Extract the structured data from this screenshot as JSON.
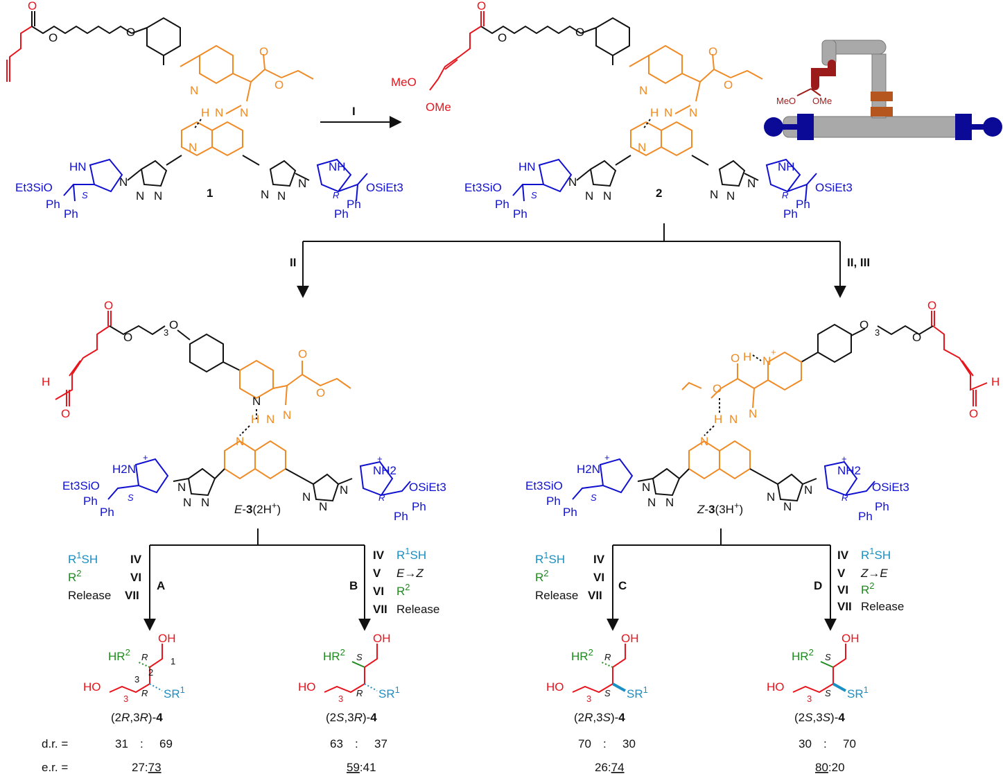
{
  "colors": {
    "black": "#111111",
    "orange": "#f08a24",
    "red": "#e8141c",
    "blue": "#1010d0",
    "teal": "#1a8fc4",
    "green": "#1f8a1f",
    "maroon": "#9b1b1b",
    "navy": "#0a0a96",
    "gray": "#a9a9a9"
  },
  "compounds": {
    "c1": "1",
    "c2": "2"
  },
  "arrows": {
    "step_I": "I",
    "left": "II",
    "right": "II, III"
  },
  "labels": {
    "MeO": "MeO",
    "OMe": "OMe",
    "H": "H",
    "N": "N",
    "HN": "HN",
    "NH": "NH",
    "O": "O",
    "Et3SiO": "Et3SiO",
    "OSiEt3": "OSiEt3",
    "Ph": "Ph",
    "S": "S",
    "R": "R",
    "H2N": "H2N",
    "NH2": "NH2",
    "plus": "+",
    "sub3": "3"
  },
  "model": {
    "MeO": "MeO",
    "OMe": "OMe"
  },
  "intermediates": {
    "E": {
      "prefix": "E",
      "num": "3",
      "suffix": "(2H",
      "plus": "+",
      "close": ")"
    },
    "Z": {
      "prefix": "Z",
      "num": "3",
      "suffix": "(3H",
      "plus": "+",
      "close": ")"
    }
  },
  "branches": {
    "A": {
      "letter": "A",
      "reagents": [
        "R1SH",
        "R2",
        "Release"
      ],
      "steps": [
        "IV",
        "VI",
        "VII"
      ]
    },
    "B": {
      "letter": "B",
      "steps": [
        "IV",
        "V",
        "VI",
        "VII"
      ],
      "reagents": [
        "R1SH",
        "E→Z",
        "R2",
        "Release"
      ]
    },
    "C": {
      "letter": "C",
      "reagents": [
        "R1SH",
        "R2",
        "Release"
      ],
      "steps": [
        "IV",
        "VI",
        "VII"
      ]
    },
    "D": {
      "letter": "D",
      "steps": [
        "IV",
        "V",
        "VI",
        "VII"
      ],
      "reagents": [
        "R1SH",
        "Z→E",
        "R2",
        "Release"
      ]
    }
  },
  "products": [
    {
      "name": "(2R,3R)-4",
      "c2": "R",
      "c3": "R",
      "dr": [
        "31",
        "69"
      ],
      "er_a": "27",
      "er_b": "73",
      "underline": "b"
    },
    {
      "name": "(2S,3R)-4",
      "c2": "S",
      "c3": "R",
      "dr": [
        "63",
        "37"
      ],
      "er_a": "59",
      "er_b": "41",
      "underline": "a"
    },
    {
      "name": "(2R,3S)-4",
      "c2": "R",
      "c3": "S",
      "dr": [
        "70",
        "30"
      ],
      "er_a": "26",
      "er_b": "74",
      "underline": "b"
    },
    {
      "name": "(2S,3S)-4",
      "c2": "S",
      "c3": "S",
      "dr": [
        "30",
        "70"
      ],
      "er_a": "80",
      "er_b": "20",
      "underline": "a"
    }
  ],
  "product_labels": {
    "OH": "OH",
    "HO": "HO",
    "HR": "HR",
    "SR": "SR",
    "sup1": "1",
    "sup2": "2",
    "n1": "1",
    "n2": "2",
    "n3": "3"
  },
  "rows": {
    "dr": "d.r. =",
    "er": "e.r. =",
    "colon": ":"
  }
}
